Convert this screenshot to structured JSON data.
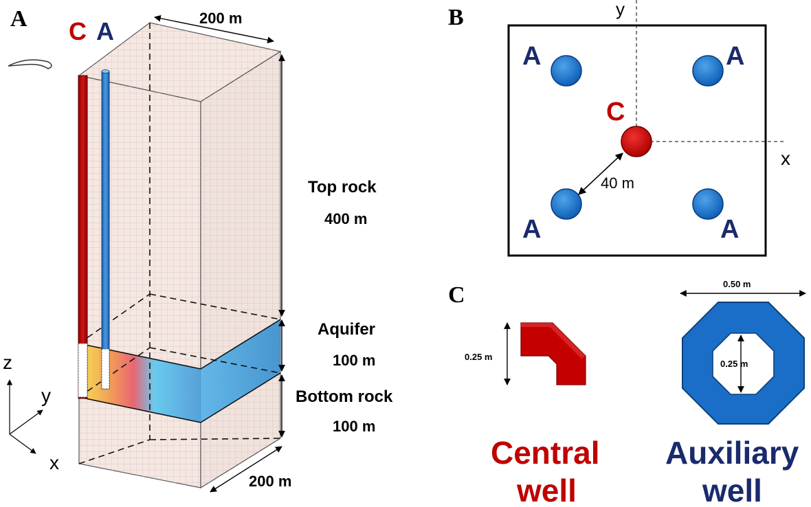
{
  "panels": {
    "a": {
      "letter": "A",
      "well_c": "C",
      "well_a": "A",
      "dim_top": "200 m",
      "dim_bottom": "200 m",
      "top_rock": "Top rock",
      "top_rock_thickness": "400 m",
      "aquifer": "Aquifer",
      "aquifer_thickness": "100 m",
      "bottom_rock": "Bottom rock",
      "bottom_rock_thickness": "100 m",
      "axis_z": "z",
      "axis_y": "y",
      "axis_x": "x"
    },
    "b": {
      "letter": "B",
      "axis_y": "y",
      "axis_x": "x",
      "central": "C",
      "aux": [
        "A",
        "A",
        "A",
        "A"
      ],
      "spacing": "40 m"
    },
    "c": {
      "letter": "C",
      "central_dim": "0.25 m",
      "aux_outer_dim": "0.50 m",
      "aux_inner_dim": "0.25 m",
      "central_label_1": "Central",
      "central_label_2": "well",
      "aux_label_1": "Auxiliary",
      "aux_label_2": "well"
    }
  },
  "colors": {
    "central": "#c00000",
    "auxiliary": "#1f6fc4",
    "label_navy": "#1a2a6c",
    "block_fill": "#f6e7e1"
  }
}
